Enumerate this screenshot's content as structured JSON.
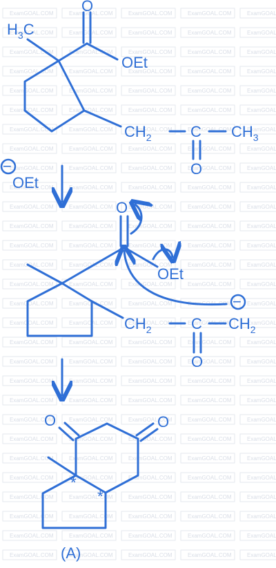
{
  "step1": {
    "methyl": "H",
    "methyl_sub": "3",
    "methyl_c": "C",
    "carbonyl_o": "O",
    "ester": "OEt",
    "ch2": "CH",
    "ch2_sub": "2",
    "keto_c": "C",
    "keto_o": "O",
    "ch3": "CH",
    "ch3_sub": "3"
  },
  "reagent": {
    "minus": "−",
    "base": "OEt"
  },
  "step2": {
    "carbonyl_o": "O",
    "ester": "OEt",
    "ch2": "CH",
    "ch2_sub": "2",
    "keto_c": "C",
    "keto_o": "O",
    "ch2_end": "CH",
    "ch2_end_sub": "2",
    "minus": "−"
  },
  "product": {
    "o1": "O",
    "o2": "O",
    "star": "*",
    "label": "(A)"
  },
  "watermark": "ExamGOAL.COM",
  "colors": {
    "ink": "#2f6fd6",
    "watermark": "#d8dde6"
  }
}
